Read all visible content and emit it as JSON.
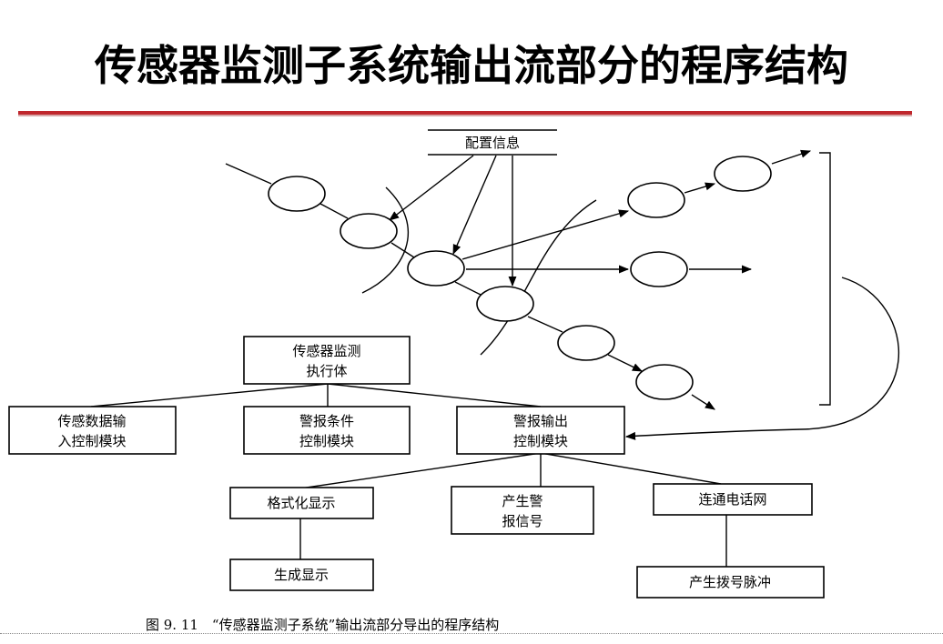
{
  "title": "传感器监测子系统输出流部分的程序结构",
  "flow": {
    "config_info": "配置信息"
  },
  "structure": {
    "root": [
      "传感器监测",
      "执行体"
    ],
    "level1": [
      [
        "传感数据输",
        "入控制模块"
      ],
      [
        "警报条件",
        "控制模块"
      ],
      [
        "警报输出",
        "控制模块"
      ]
    ],
    "level2": [
      [
        "格式化显示"
      ],
      [
        "产生警",
        "报信号"
      ],
      [
        "连通电话网"
      ]
    ],
    "level3": [
      [
        "生成显示"
      ],
      [
        "产生拨号脉冲"
      ]
    ]
  },
  "caption": "图 9. 11　“传感器监测子系统”输出流部分导出的程序结构"
}
